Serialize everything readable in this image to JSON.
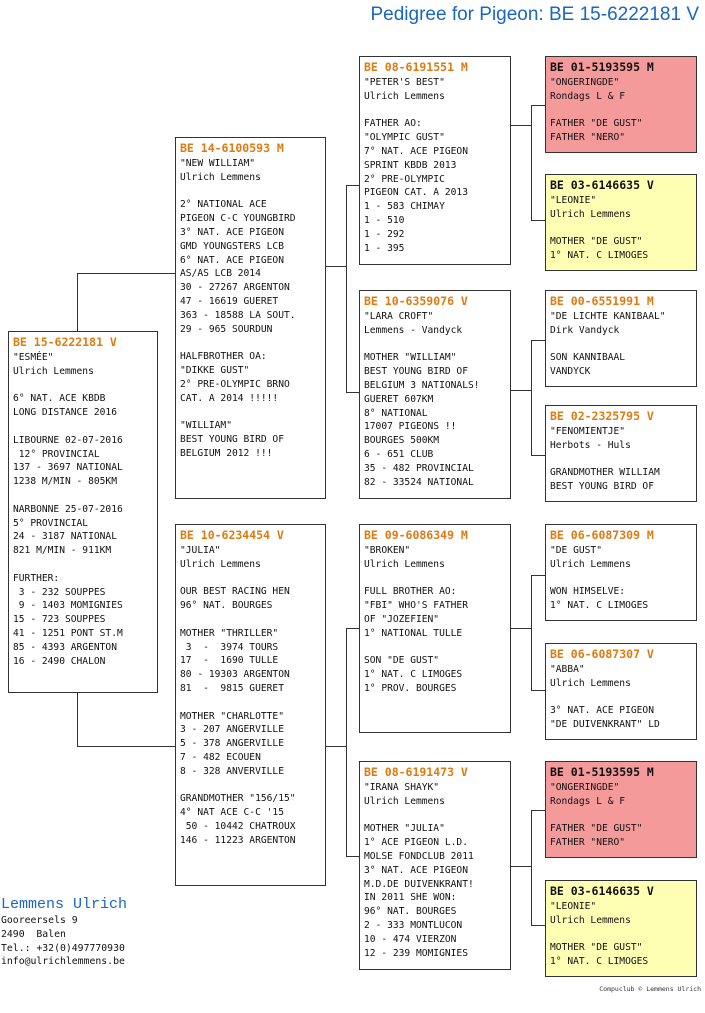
{
  "title": "Pedigree for Pigeon: BE  15-6222181 V",
  "pigeons": {
    "subject": {
      "header": "BE  15-6222181 V",
      "lines": [
        "\"ESMÉE\"",
        "Ulrich Lemmens",
        "",
        "6° NAT. ACE KBDB",
        "LONG DISTANCE 2016",
        "",
        "LIBOURNE 02-07-2016",
        " 12° PROVINCIAL",
        "137 - 3697 NATIONAL",
        "1238 M/MIN - 805KM",
        "",
        "NARBONNE 25-07-2016",
        "5° PROVINCIAL",
        "24 - 3187 NATIONAL",
        "821 M/MIN - 911KM",
        "",
        "FURTHER:",
        " 3 - 232 SOUPPES",
        " 9 - 1403 MOMIGNIES",
        "15 - 723 SOUPPES",
        "41 - 1251 PONT ST.M",
        "85 - 4393 ARGENTON",
        "16 - 2490 CHALON"
      ]
    },
    "sire": {
      "header": "BE  14-6100593 M",
      "lines": [
        "\"NEW WILLIAM\"",
        "Ulrich Lemmens",
        "",
        "2° NATIONAL ACE",
        "PIGEON C-C YOUNGBIRD",
        "3° NAT. ACE PIGEON",
        "GMD YOUNGSTERS LCB",
        "6° NAT. ACE PIGEON",
        "AS/AS LCB 2014",
        "30 - 27267 ARGENTON",
        "47 - 16619 GUERET",
        "363 - 18588 LA SOUT.",
        "29 - 965 SOURDUN",
        "",
        "HALFBROTHER OA:",
        "\"DIKKE GUST\"",
        "2° PRE-OLYMPIC BRNO",
        "CAT. A 2014 !!!!!",
        "",
        "\"WILLIAM\"",
        "BEST YOUNG BIRD OF",
        "BELGIUM 2012 !!!"
      ]
    },
    "dam": {
      "header": "BE  10-6234454 V",
      "lines": [
        "\"JULIA\"",
        "Ulrich Lemmens",
        "",
        "OUR BEST RACING HEN",
        "96° NAT. BOURGES",
        "",
        "MOTHER \"THRILLER\"",
        " 3  -  3974 TOURS",
        "17  -  1690 TULLE",
        "80 - 19303 ARGENTON",
        "81  -  9815 GUERET",
        "",
        "MOTHER \"CHARLOTTE\"",
        "3 - 207 ANGERVILLE",
        "5 - 378 ANGERVILLE",
        "7 - 482 ECOUEN",
        "8 - 328 ANVERVILLE",
        "",
        "GRANDMOTHER \"156/15\"",
        "4° NAT ACE C-C '15",
        " 50 - 10442 CHATROUX",
        "146 - 11223 ARGENTON"
      ]
    },
    "ss": {
      "header": "BE  08-6191551 M",
      "lines": [
        "\"PETER'S BEST\"",
        "Ulrich Lemmens",
        "",
        "FATHER AO:",
        "\"OLYMPIC GUST\"",
        "7° NAT. ACE PIGEON",
        "SPRINT KBDB 2013",
        "2° PRE-OLYMPIC",
        "PIGEON CAT. A 2013",
        "1 - 583 CHIMAY",
        "1 - 510",
        "1 - 292",
        "1 - 395"
      ]
    },
    "sd": {
      "header": "BE  10-6359076 V",
      "lines": [
        "\"LARA CROFT\"",
        "Lemmens - Vandyck",
        "",
        "MOTHER \"WILLIAM\"",
        "BEST YOUNG BIRD OF",
        "BELGIUM 3 NATIONALS!",
        "GUERET 607KM",
        "8° NATIONAL",
        "17007 PIGEONS !!",
        "BOURGES 500KM",
        "6 - 651 CLUB",
        "35 - 482 PROVINCIAL",
        "82 - 33524 NATIONAL"
      ]
    },
    "ds": {
      "header": "BE  09-6086349 M",
      "lines": [
        "\"BROKEN\"",
        "Ulrich Lemmens",
        "",
        "FULL BROTHER AO:",
        "\"FBI\" WHO'S FATHER",
        "OF \"JOZEFIEN\"",
        "1° NATIONAL TULLE",
        "",
        "SON \"DE GUST\"",
        "1° NAT. C LIMOGES",
        "1° PROV. BOURGES"
      ]
    },
    "dd": {
      "header": "BE  08-6191473 V",
      "lines": [
        "\"IRANA SHAYK\"",
        "Ulrich Lemmens",
        "",
        "MOTHER \"JULIA\"",
        "1° ACE PIGEON L.D.",
        "MOLSE FONDCLUB 2011",
        "3° NAT. ACE PIGEON",
        "M.D.DE DUIVENKRANT!",
        "IN 2011 SHE WON:",
        "96° NAT. BOURGES",
        "2 - 333 MONTLUCON",
        "10 - 474 VIERZON",
        "12 - 239 MOMIGNIES"
      ]
    },
    "sss": {
      "header": "BE  01-5193595 M",
      "lines": [
        "\"ONGERINGDE\"",
        "Rondags L & F",
        "",
        "FATHER \"DE GUST\"",
        "FATHER \"NERO\""
      ]
    },
    "ssd": {
      "header": "BE  03-6146635 V",
      "lines": [
        "\"LEONIE\"",
        "Ulrich Lemmens",
        "",
        "MOTHER \"DE GUST\"",
        "1° NAT. C LIMOGES"
      ]
    },
    "sds": {
      "header": "BE  00-6551991 M",
      "lines": [
        "\"DE LICHTE KANIBAAL\"",
        "Dirk Vandyck",
        "",
        "SON KANNIBAAL",
        "VANDYCK"
      ]
    },
    "sdd": {
      "header": "BE  02-2325795 V",
      "lines": [
        "\"FENOMIENTJE\"",
        "Herbots - Huls",
        "",
        "GRANDMOTHER WILLIAM",
        "BEST YOUNG BIRD OF"
      ]
    },
    "dss": {
      "header": "BE  06-6087309 M",
      "lines": [
        "\"DE GUST\"",
        "Ulrich Lemmens",
        "",
        "WON HIMSELVE:",
        "1° NAT. C LIMOGES"
      ]
    },
    "dsd": {
      "header": "BE  06-6087307 V",
      "lines": [
        "\"ABBA\"",
        "Ulrich Lemmens",
        "",
        "3° NAT. ACE PIGEON",
        "\"DE DUIVENKRANT\" LD"
      ]
    },
    "dds": {
      "header": "BE  01-5193595 M",
      "lines": [
        "\"ONGERINGDE\"",
        "Rondags L & F",
        "",
        "FATHER \"DE GUST\"",
        "FATHER \"NERO\""
      ]
    },
    "ddd": {
      "header": "BE  03-6146635 V",
      "lines": [
        "\"LEONIE\"",
        "Ulrich Lemmens",
        "",
        "MOTHER \"DE GUST\"",
        "1° NAT. C LIMOGES"
      ]
    }
  },
  "colors": {
    "accent": "#e07a10",
    "title": "#1a66c2",
    "male_highlight": "#f59a9a",
    "female_highlight": "#ffffb4"
  },
  "owner": {
    "name": "Lemmens Ulrich",
    "lines": [
      "Gooreersels 9",
      "2490  Balen",
      "Tel.: +32(0)497770930",
      "info@ulrichlemmens.be"
    ]
  },
  "footer": "Compuclub © Lemmens Ulrich"
}
